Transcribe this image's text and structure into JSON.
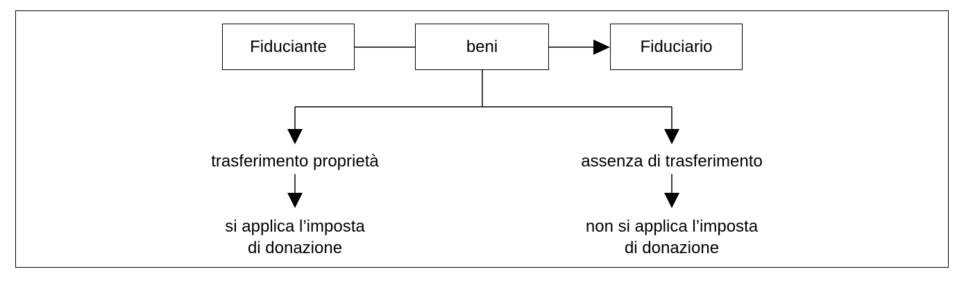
{
  "diagram": {
    "nodes": {
      "fiduciante": "Fiduciante",
      "beni": "beni",
      "fiduciario": "Fiduciario"
    },
    "left_branch": {
      "condition": "trasferimento proprietà",
      "outcome_line1": "si applica l’imposta",
      "outcome_line2": "di donazione"
    },
    "right_branch": {
      "condition": "assenza di trasferimento",
      "outcome_line1": "non si applica l’imposta",
      "outcome_line2": "di donazione"
    }
  }
}
